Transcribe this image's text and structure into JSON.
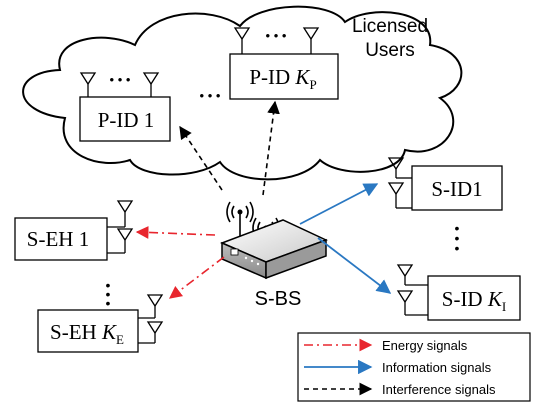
{
  "cloud": {
    "title_line1": "Licensed",
    "title_line2": "Users"
  },
  "primary_nodes": {
    "first": {
      "prefix": "P-ID",
      "index": "1"
    },
    "last": {
      "prefix": "P-ID",
      "index": "K",
      "subscript": "P"
    },
    "ellipsis": "• • •"
  },
  "secondary_info_nodes": {
    "first": {
      "prefix": "S-ID",
      "index": "1"
    },
    "last": {
      "prefix": "S-ID",
      "index": "K",
      "subscript": "I"
    }
  },
  "secondary_eh_nodes": {
    "first": {
      "prefix": "S-EH",
      "index": "1"
    },
    "last": {
      "prefix": "S-EH",
      "index": "K",
      "subscript": "E"
    }
  },
  "base_station": {
    "label": "S-BS"
  },
  "legend": {
    "items": [
      {
        "label": "Energy signals",
        "color": "#e8262e",
        "style": "dash-dot"
      },
      {
        "label": "Information signals",
        "color": "#2a78c2",
        "style": "solid"
      },
      {
        "label": "Interference signals",
        "color": "#000000",
        "style": "dashed"
      }
    ]
  },
  "colors": {
    "energy": "#e8262e",
    "information": "#2a78c2",
    "interference": "#000000"
  }
}
